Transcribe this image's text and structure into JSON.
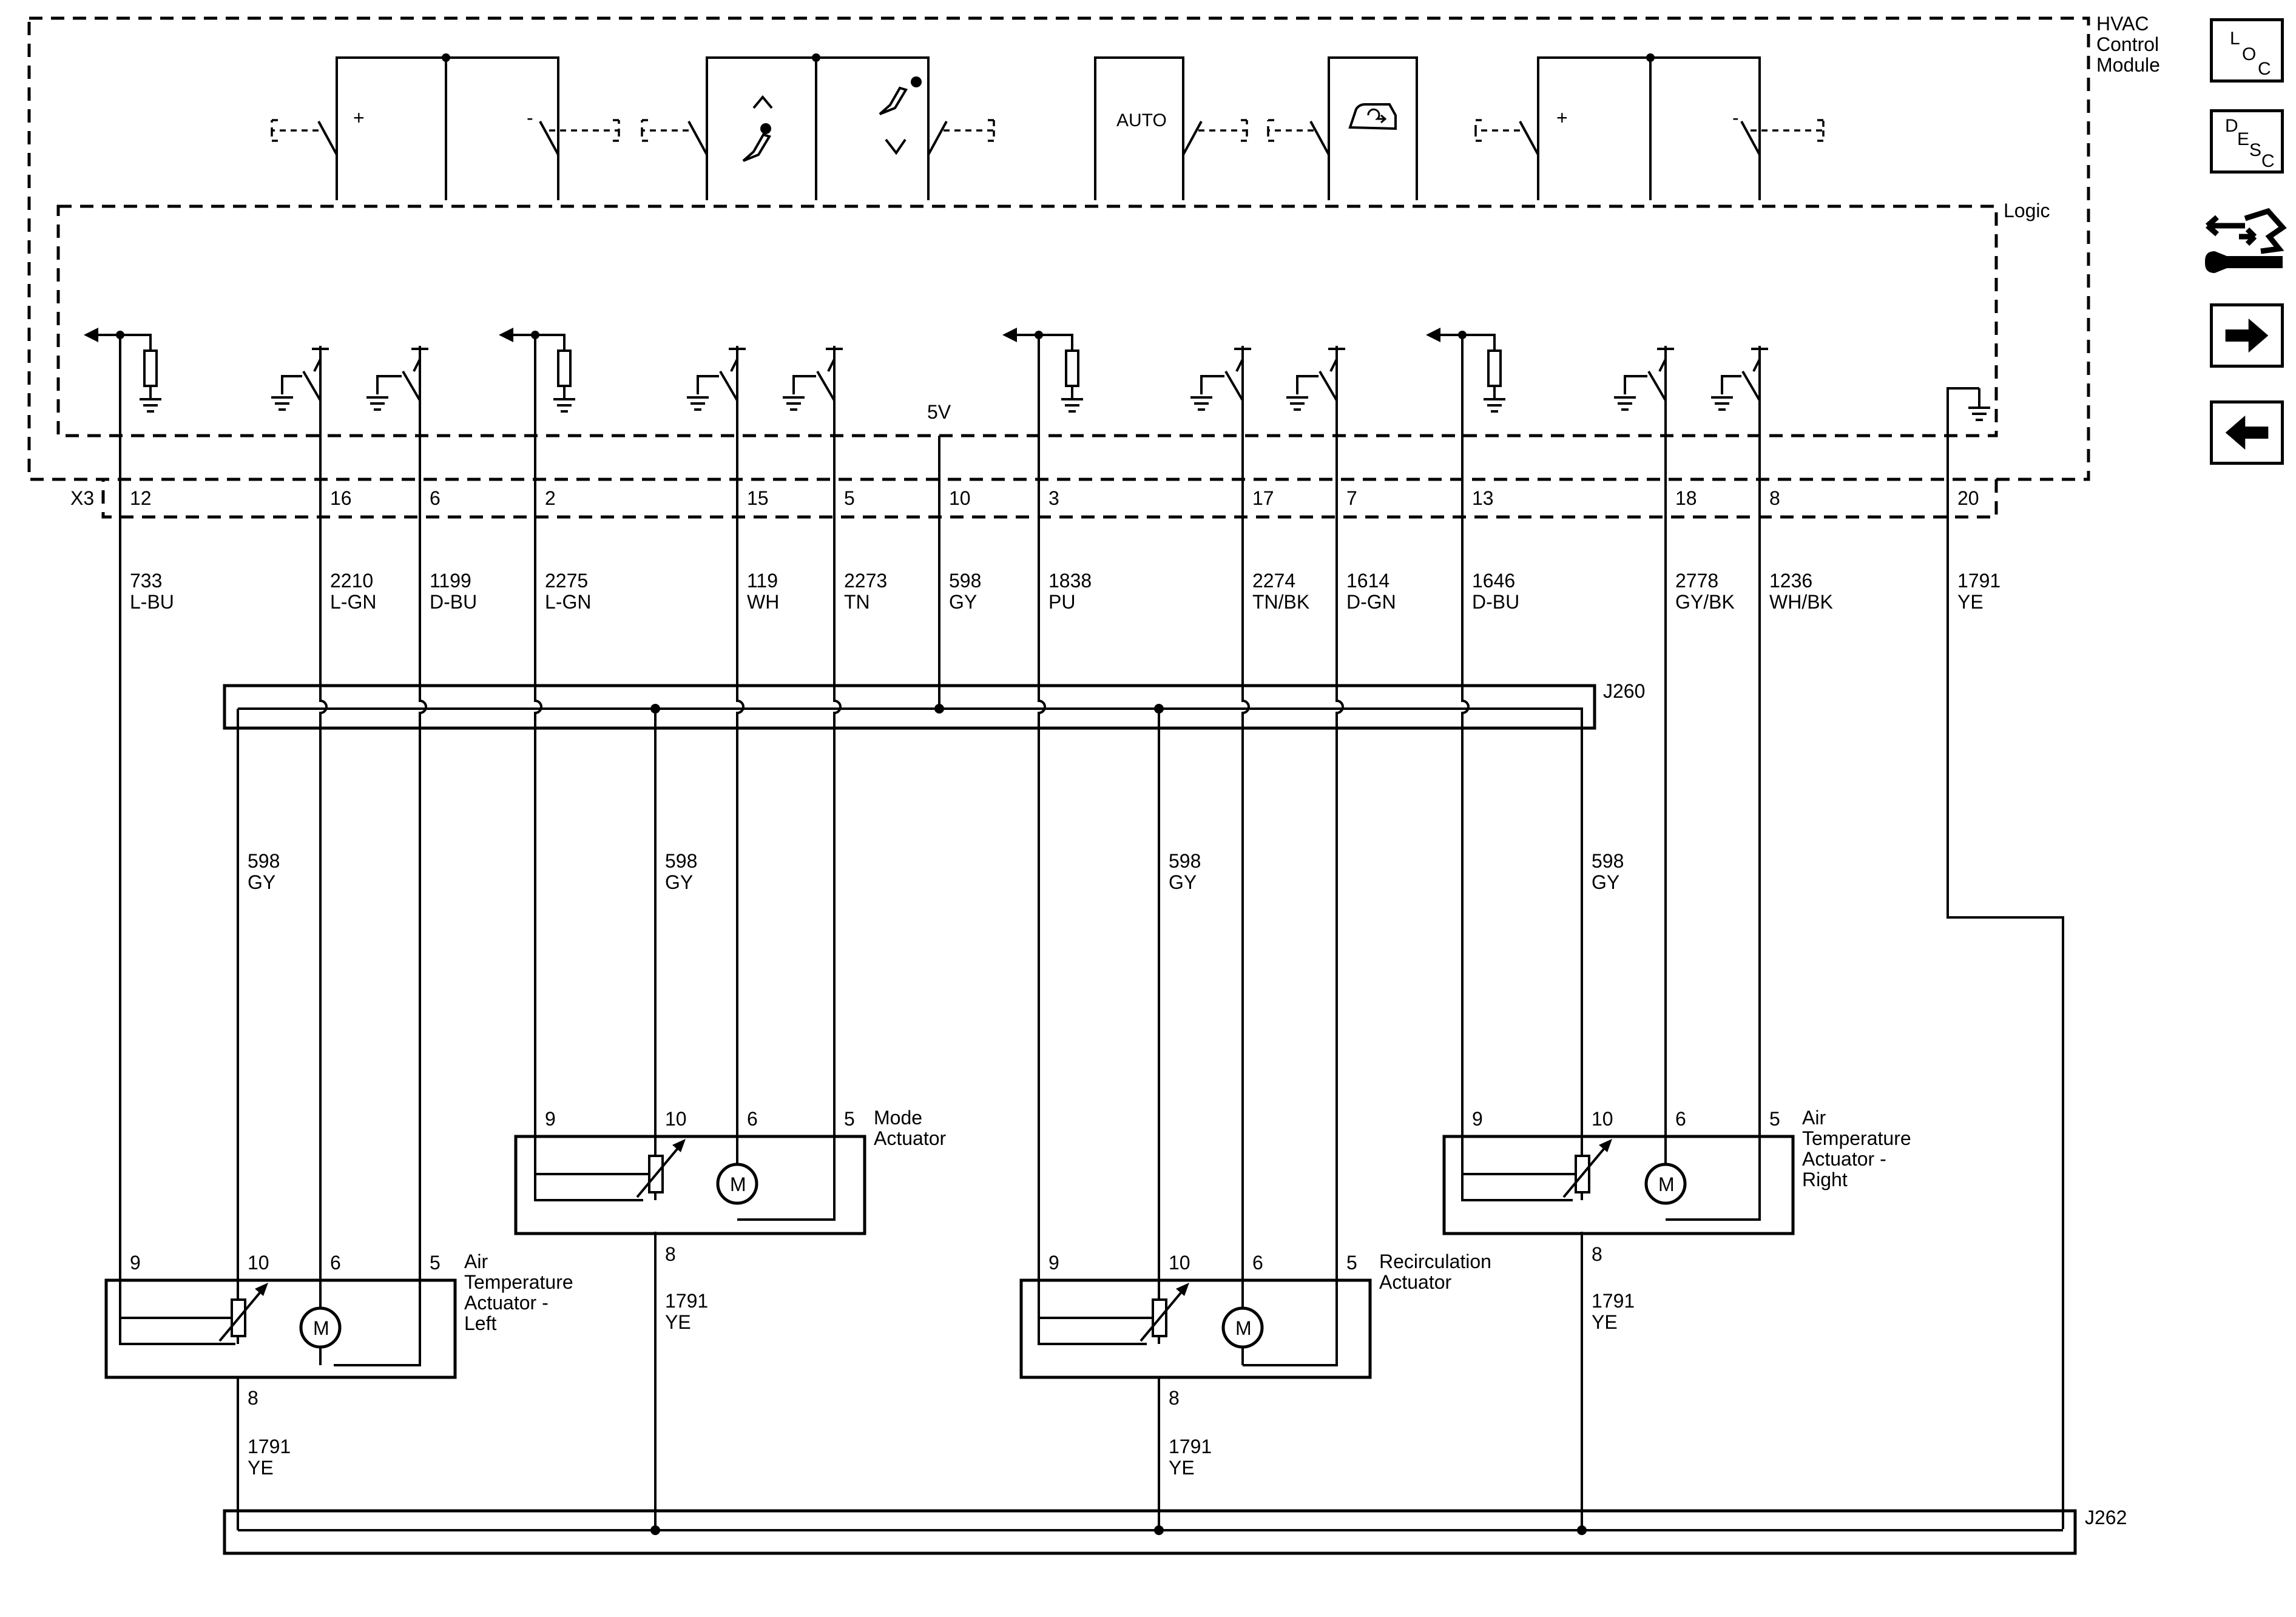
{
  "module": {
    "title_lines": [
      "HVAC",
      "Control",
      "Module"
    ],
    "logic_label": "Logic",
    "connector": "X3",
    "supply_label": "5V",
    "auto_label": "AUTO",
    "switch_symbols": [
      "+",
      "-",
      "+",
      "-"
    ]
  },
  "pins": [
    {
      "pin": "12",
      "circuit": "733",
      "color": "L-BU"
    },
    {
      "pin": "16",
      "circuit": "2210",
      "color": "L-GN"
    },
    {
      "pin": "6",
      "circuit": "1199",
      "color": "D-BU"
    },
    {
      "pin": "2",
      "circuit": "2275",
      "color": "L-GN"
    },
    {
      "pin": "15",
      "circuit": "119",
      "color": "WH"
    },
    {
      "pin": "5",
      "circuit": "2273",
      "color": "TN"
    },
    {
      "pin": "10",
      "circuit": "598",
      "color": "GY"
    },
    {
      "pin": "3",
      "circuit": "1838",
      "color": "PU"
    },
    {
      "pin": "17",
      "circuit": "2274",
      "color": "TN/BK"
    },
    {
      "pin": "7",
      "circuit": "1614",
      "color": "D-GN"
    },
    {
      "pin": "13",
      "circuit": "1646",
      "color": "D-BU"
    },
    {
      "pin": "18",
      "circuit": "2778",
      "color": "GY/BK"
    },
    {
      "pin": "8",
      "circuit": "1236",
      "color": "WH/BK"
    },
    {
      "pin": "20",
      "circuit": "1791",
      "color": "YE"
    }
  ],
  "splices": {
    "upper": "J260",
    "lower": "J262"
  },
  "branch_label": {
    "circuit": "598",
    "color": "GY"
  },
  "ground_label": {
    "circuit": "1791",
    "color": "YE"
  },
  "actuators": [
    {
      "name_lines": [
        "Air",
        "Temperature",
        "Actuator -",
        "Left"
      ],
      "pins": [
        "9",
        "10",
        "6",
        "5"
      ],
      "ground_pin": "8",
      "motor": "M"
    },
    {
      "name_lines": [
        "Mode",
        "Actuator"
      ],
      "pins": [
        "9",
        "10",
        "6",
        "5"
      ],
      "ground_pin": "8",
      "motor": "M"
    },
    {
      "name_lines": [
        "Recirculation",
        "Actuator"
      ],
      "pins": [
        "9",
        "10",
        "6",
        "5"
      ],
      "ground_pin": "8",
      "motor": "M"
    },
    {
      "name_lines": [
        "Air",
        "Temperature",
        "Actuator -",
        "Right"
      ],
      "pins": [
        "9",
        "10",
        "6",
        "5"
      ],
      "ground_pin": "8",
      "motor": "M"
    }
  ],
  "nav": {
    "loc": [
      "L",
      "O",
      "C"
    ],
    "desc": [
      "D",
      "E",
      "S",
      "C"
    ],
    "icons": [
      "connector-repair-icon",
      "next-arrow-icon",
      "previous-arrow-icon"
    ]
  }
}
